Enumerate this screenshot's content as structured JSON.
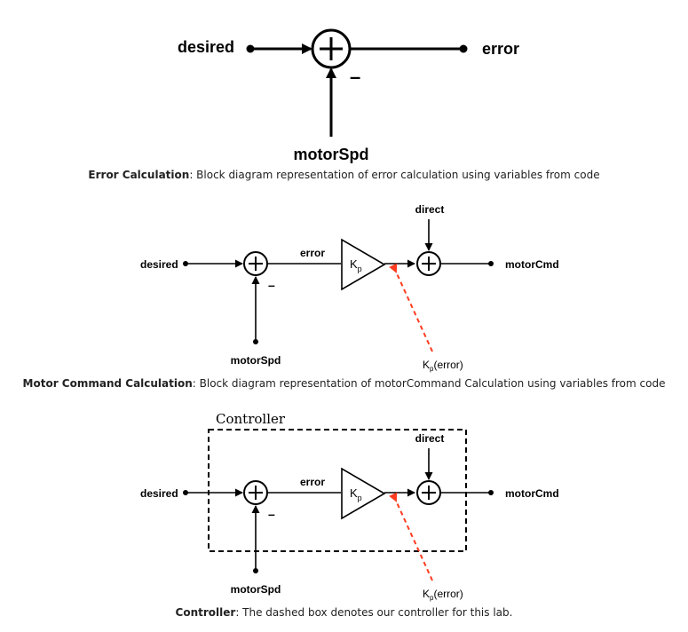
{
  "diagram1": {
    "input_label": "desired",
    "output_label": "error",
    "feedback_label": "motorSpd",
    "minus_sign": "–",
    "caption_title": "Error Calculation",
    "caption_text": ": Block diagram representation of error calculation using variables from code"
  },
  "diagram2": {
    "input_label": "desired",
    "feedback_label": "motorSpd",
    "error_label": "error",
    "gain_label": "K",
    "gain_subscript": "p",
    "direct_label": "direct",
    "output_label": "motorCmd",
    "annotation_k": "K",
    "annotation_sub": "p",
    "annotation_rest": "(error)",
    "minus_sign": "–",
    "caption_title": "Motor Command Calculation",
    "caption_text": ": Block diagram representation of motorCommand Calculation using variables from code"
  },
  "diagram3": {
    "box_label": "Controller",
    "input_label": "desired",
    "feedback_label": "motorSpd",
    "error_label": "error",
    "gain_label": "K",
    "gain_subscript": "p",
    "direct_label": "direct",
    "output_label": "motorCmd",
    "annotation_k": "K",
    "annotation_sub": "p",
    "annotation_rest": "(error)",
    "minus_sign": "–",
    "caption_title": "Controller",
    "caption_text": ": The dashed box denotes our controller for this lab."
  },
  "colors": {
    "line": "#000000",
    "annotation_arrow": "#ff3b1f"
  }
}
